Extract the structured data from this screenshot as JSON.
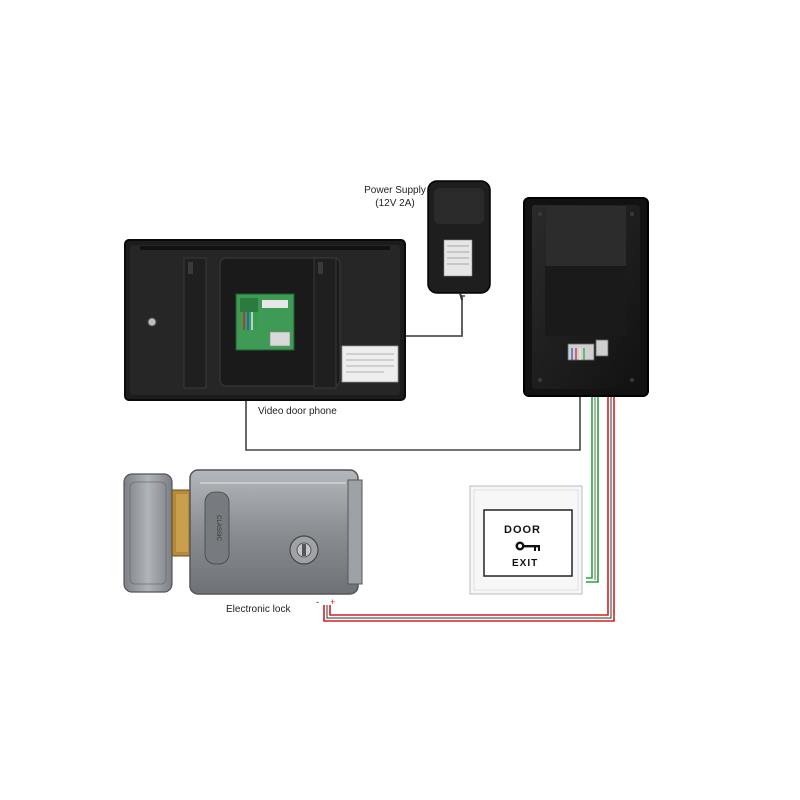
{
  "labels": {
    "power_supply": "Power Supply",
    "power_rating": "(12V 2A)",
    "video_door_phone": "Video door phone",
    "electronic_lock": "Electronic lock",
    "door": "DOOR",
    "exit": "EXIT",
    "polarity_neg": "-",
    "polarity_pos": "+"
  },
  "colors": {
    "device_body": "#1e1e1e",
    "wire_grey": "#444444",
    "wire_red": "#d42020",
    "wire_green": "#22a83a",
    "lock_steel": "#8e9296"
  }
}
